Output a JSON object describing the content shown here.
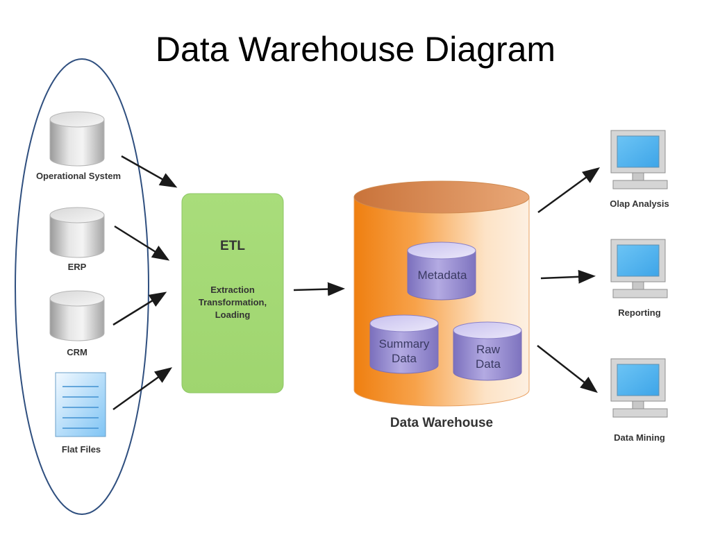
{
  "title": "Data Warehouse Diagram",
  "colors": {
    "sources_ellipse": "#2f4f7f",
    "etl_fill": "#a8dc7a",
    "warehouse_fill": "#f08a1e",
    "inner_db_fill": "#9a8fd0",
    "monitor_screen": "#55b6ef",
    "arrow": "#1a1a1a"
  },
  "sources": [
    {
      "label": "Operational System",
      "icon": "database-cylinder-icon"
    },
    {
      "label": "ERP",
      "icon": "database-cylinder-icon"
    },
    {
      "label": "CRM",
      "icon": "database-cylinder-icon"
    },
    {
      "label": "Flat Files",
      "icon": "document-icon"
    }
  ],
  "etl": {
    "title": "ETL",
    "lines": [
      "Extraction",
      "Transformation,",
      "Loading"
    ]
  },
  "warehouse": {
    "label": "Data Warehouse",
    "stores": [
      {
        "lines": [
          "Metadata"
        ]
      },
      {
        "lines": [
          "Summary",
          "Data"
        ]
      },
      {
        "lines": [
          "Raw",
          "Data"
        ]
      }
    ]
  },
  "outputs": [
    {
      "label": "Olap Analysis",
      "icon": "computer-monitor-icon"
    },
    {
      "label": "Reporting",
      "icon": "computer-monitor-icon"
    },
    {
      "label": "Data Mining",
      "icon": "computer-monitor-icon"
    }
  ]
}
